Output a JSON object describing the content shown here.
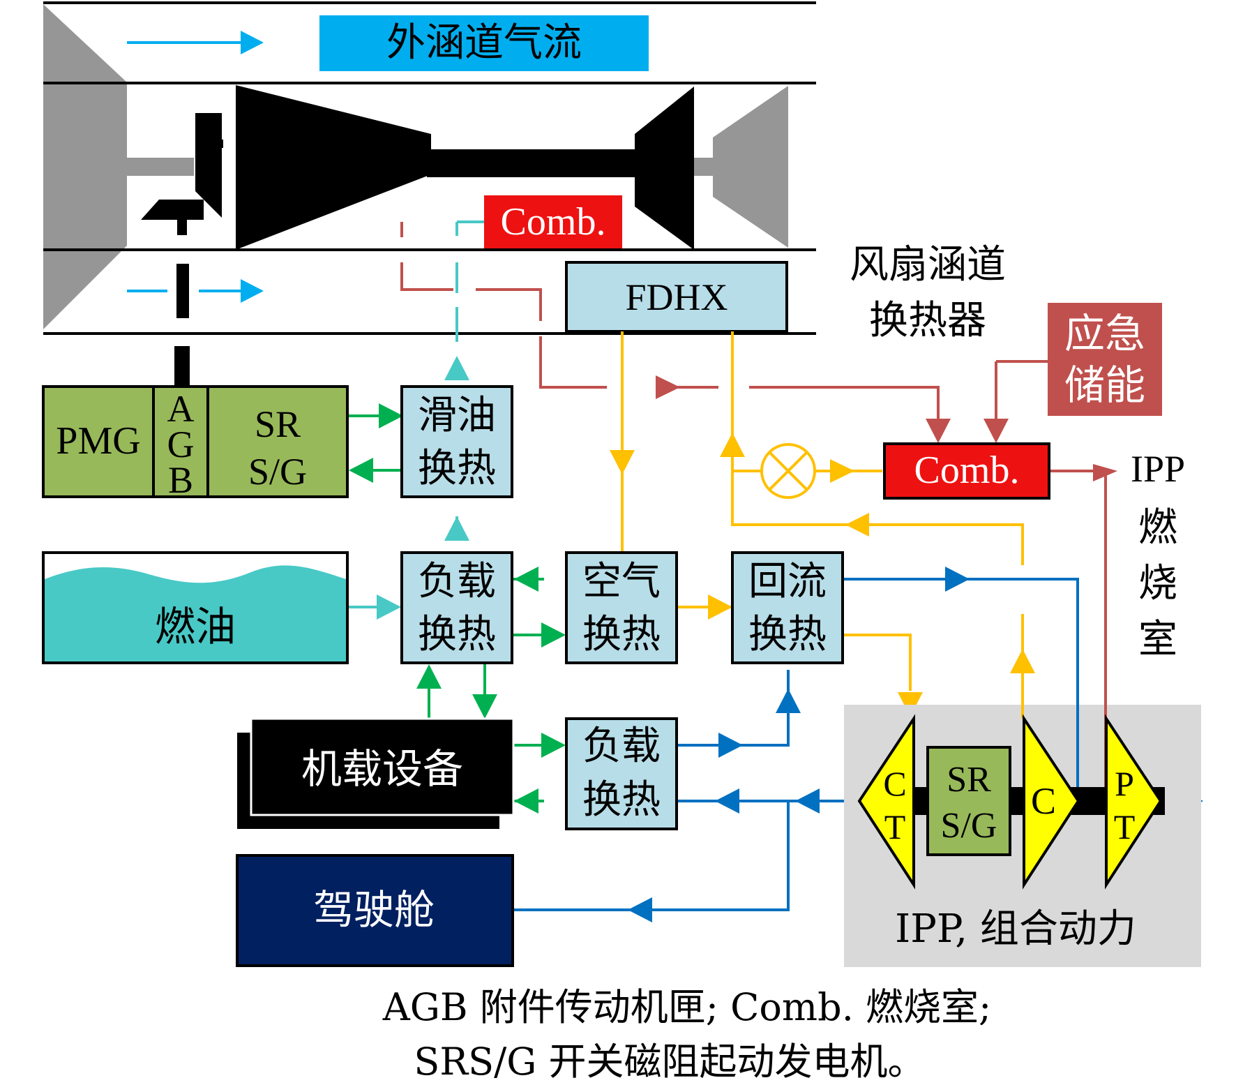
{
  "bypass_label": "外涵道气流",
  "engine_comb_label": "Comb.",
  "fdhx_label": "FDHX",
  "fdhx_caption": [
    "风扇涵道",
    "换热器"
  ],
  "emergency_storage": [
    "应急",
    "储能"
  ],
  "ipp_comb_label": "Comb.",
  "ipp_chamber_label": [
    "IPP",
    "燃",
    "烧",
    "室"
  ],
  "pmg_label": "PMG",
  "agb_label": [
    "A",
    "G",
    "B"
  ],
  "srsg_main": [
    "SR",
    "S/G"
  ],
  "oil_hx": [
    "滑油",
    "换热"
  ],
  "fuel_label": "燃油",
  "fuel_load_hx": [
    "负载",
    "换热"
  ],
  "air_hx": [
    "空气",
    "换热"
  ],
  "recup_hx": [
    "回流",
    "换热"
  ],
  "avionics_label": "机载设备",
  "coolant_load_hx": [
    "负载",
    "换热"
  ],
  "cockpit_label": "驾驶舱",
  "ipp_ct": [
    "C",
    "T"
  ],
  "ipp_srsg": [
    "SR",
    "S/G"
  ],
  "ipp_c": "C",
  "ipp_pt": [
    "P",
    "T"
  ],
  "ipp_caption": "IPP, 组合动力",
  "footnote": [
    "AGB 附件传动机匣; Comb. 燃烧室;",
    "SRS/G 开关磁阻起动发电机。"
  ],
  "colors": {
    "bypass_blue": "#00aeef",
    "comb_red": "#ee1111",
    "hx_fill": "#b7dde8",
    "green_box": "#98b95a",
    "fuel_teal": "#48c9c6",
    "air_yellow": "#ffc000",
    "hot_red": "#c0504d",
    "coolant_blue": "#0070c0",
    "flow_green": "#00b050",
    "cockpit_navy": "#002060",
    "turbine_yellow": "#ffff00",
    "ipp_bg": "#d9d9d9",
    "storage_red": "#c0504d"
  }
}
